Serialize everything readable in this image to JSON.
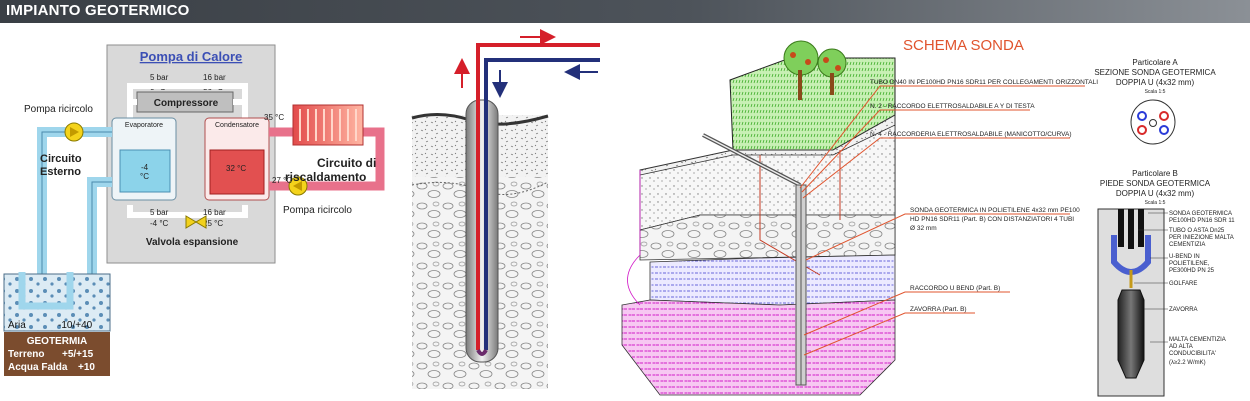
{
  "header": {
    "title": "IMPIANTO GEOTERMICO"
  },
  "heat_pump": {
    "title": "Pompa di Calore",
    "p_left_top": "5 bar",
    "t_left_top": "0 °C",
    "p_right_top": "16 bar",
    "t_right_top": "36 °C",
    "compressor": "Compressore",
    "evaporator": "Evaporatore",
    "condenser": "Condensatore",
    "t_cond_out": "35 °C",
    "t_evap_box": "-4",
    "t_evap_unit": "°C",
    "t_cond_box": "32 °C",
    "t_ret": "27 °C",
    "p_left_bottom": "5 bar",
    "t_left_bottom": "-4 °C",
    "p_right_bottom": "16 bar",
    "t_right_bottom": "25 °C",
    "valve": "Valvola espansione",
    "pump_left": "Pompa ricircolo",
    "pump_right": "Pompa ricircolo",
    "external_circuit_1": "Circuito",
    "external_circuit_2": "Esterno",
    "heating_circuit_1": "Circuito di",
    "heating_circuit_2": "riscaldamento",
    "air_label": "Aria",
    "air_range": "-10/+40",
    "geo_title": "GEOTERMIA",
    "soil_label": "Terreno",
    "soil_range": "+5/+15",
    "water_label": "Acqua Falda",
    "water_range": "+10"
  },
  "probe": {
    "title": "SCHEMA SONDA",
    "label_tube": "TUBO DN40 IN PE100HD PN16 SDR11 PER COLLEGAMENTI ORIZZONTALI",
    "label_n2": "N. 2 - RACCORDO ELETTROSALDABILE A Y DI TESTA",
    "label_n4": "N. 4 - RACCORDERIA ELETTROSALDABILE (MANICOTTO/CURVA)",
    "label_sonda_1": "SONDA GEOTERMICA IN POLIETILENE 4x32 mm PE100",
    "label_sonda_2": "HD PN16 SDR11 (Part. B) CON DISTANZIATORI 4 TUBI",
    "label_sonda_3": "Ø 32 mm",
    "label_ubend": "RACCORDO U BEND (Part. B)",
    "label_zavorra": "ZAVORRA (Part. B)"
  },
  "detail_a": {
    "title": "Particolare A",
    "line1": "SEZIONE SONDA GEOTERMICA",
    "line2": "DOPPIA U (4x32 mm)",
    "scale": "Scala 1:5"
  },
  "detail_b": {
    "title": "Particolare B",
    "line1": "PIEDE SONDA GEOTERMICA",
    "line2": "DOPPIA U (4x32 mm)",
    "scale": "Scala 1:5",
    "l1a": "SONDA GEOTERMICA",
    "l1b": "PE100HD PN16 SDR 11",
    "l2a": "TUBO O ASTA Dn25",
    "l2b": "PER INIEZIONE MALTA",
    "l2c": "CEMENTIZIA",
    "l3a": "U-BEND IN",
    "l3b": "POLIETILENE,",
    "l3c": "PE300HD PN 25",
    "l4": "GOLFARE",
    "l5": "ZAVORRA",
    "l6a": "MALTA CEMENTIZIA",
    "l6b": "AD ALTA",
    "l6c": "CONDUCIBILITA'",
    "l6d": "(λ≥2.2 W/mK)"
  }
}
